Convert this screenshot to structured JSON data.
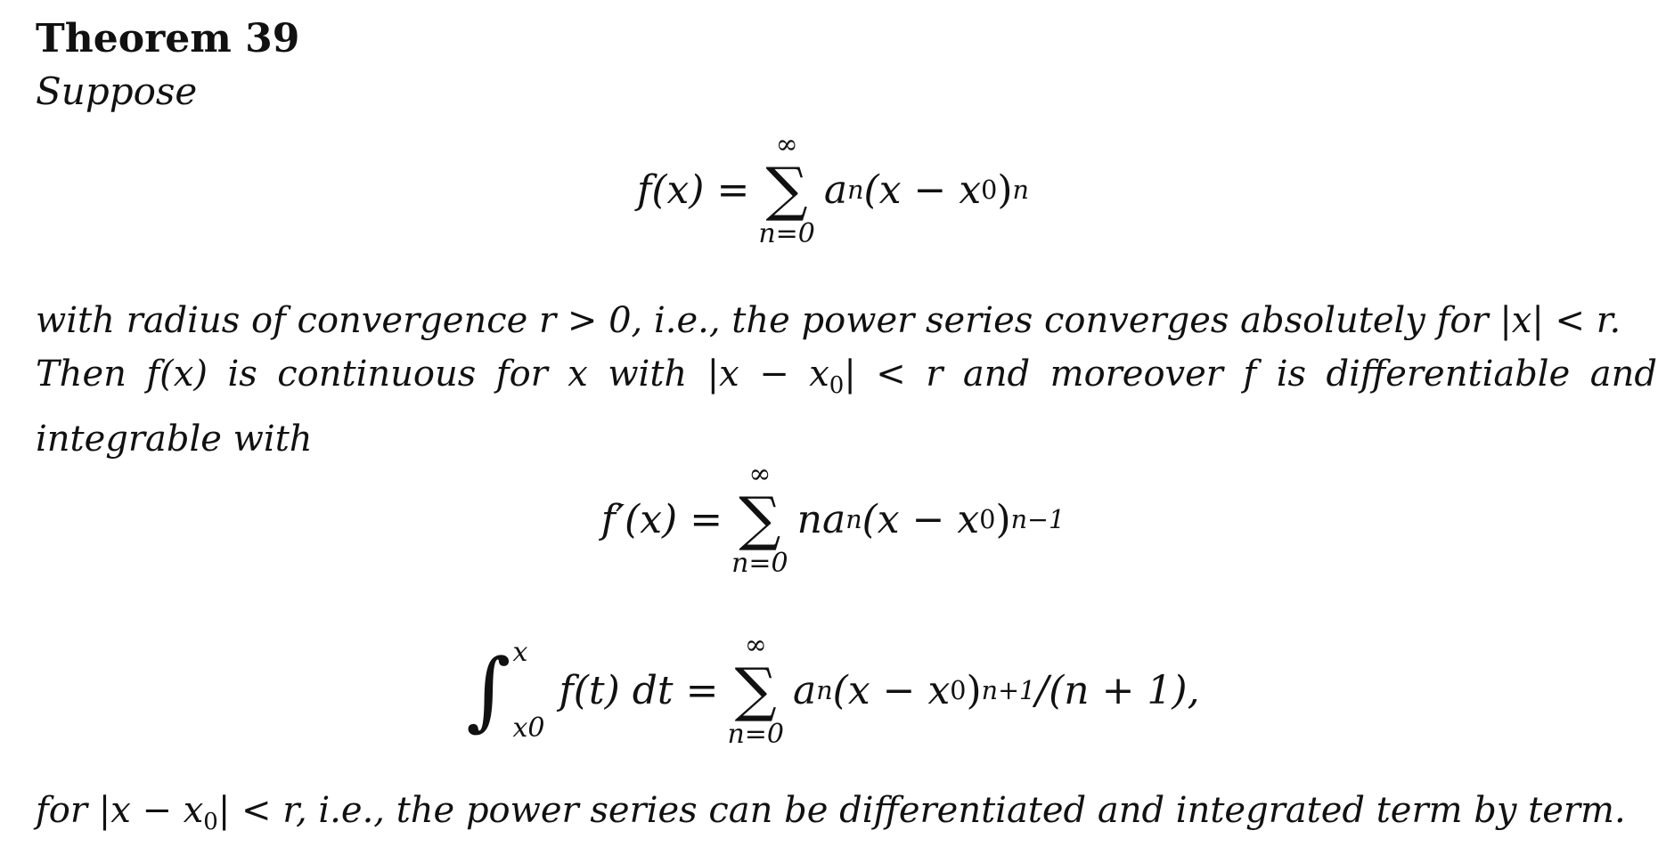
{
  "theorem": {
    "title": "Theorem 39",
    "intro": "Suppose"
  },
  "eq1": {
    "lhs": "f(x) =",
    "sum_upper": "∞",
    "sum_sign": "∑",
    "sum_lower": "n=0",
    "term": "a",
    "term_sub": "n",
    "term_mid": "(x − x",
    "term_mid_sub": "0",
    "term_close": ")",
    "term_exp": "n"
  },
  "para1": {
    "line1a": "with radius of convergence ",
    "line1b": "r > 0",
    "line1c": ", i.e., the power series converges absolutely for |x| < r.",
    "line2a": "Then f(x) is continuous for x with |x − x",
    "line2sub": "0",
    "line2b": "| < r and moreover f is differentiable and",
    "line3": "integrable with"
  },
  "eq2": {
    "lhs": "f′(x) =",
    "sum_upper": "∞",
    "sum_sign": "∑",
    "sum_lower": "n=0",
    "term": "na",
    "term_sub": "n",
    "term_mid": "(x − x",
    "term_mid_sub": "0",
    "term_close": ")",
    "term_exp": "n−1"
  },
  "eq3": {
    "int_sign": "∫",
    "int_upper": "x",
    "int_lower": "x0",
    "integrand": "f(t) dt =",
    "sum_upper": "∞",
    "sum_sign": "∑",
    "sum_lower": "n=0",
    "term": "a",
    "term_sub": "n",
    "term_mid": "(x − x",
    "term_mid_sub": "0",
    "term_close": ")",
    "term_exp": "n+1",
    "term_tail": "/(n + 1),"
  },
  "para2": {
    "a": "for |x − x",
    "sub": "0",
    "b": "| < r, i.e., the power series can be differentiated and integrated term by term."
  }
}
